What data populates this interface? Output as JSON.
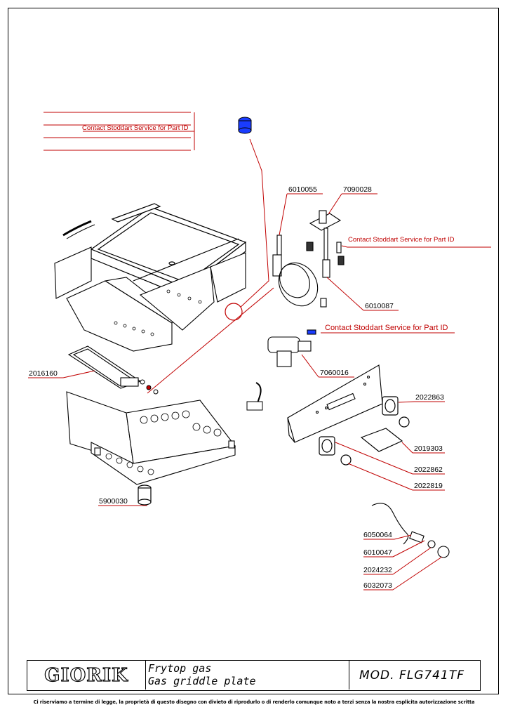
{
  "callouts": {
    "contact_top": "Contact Stoddart Service for Part ID",
    "contact_mid": "Contact Stoddart Service for Part ID",
    "contact_lower": "Contact Stoddart Service for Part ID",
    "p6010055": "6010055",
    "p7090028": "7090028",
    "p6010087": "6010087",
    "p7060016": "7060016",
    "p2016160": "2016160",
    "p2022863": "2022863",
    "p2019303": "2019303",
    "p2022862": "2022862",
    "p2022819": "2022819",
    "p5900030": "5900030",
    "p6050064": "6050064",
    "p6010047": "6010047",
    "p2024232": "2024232",
    "p6032073": "6032073"
  },
  "title_block": {
    "logo": "GIORIK",
    "desc_line1": "Frytop gas",
    "desc_line2": "Gas griddle plate",
    "model": "MOD. FLG741TF"
  },
  "footer": "Ci riserviamo a termine di legge, la proprietà di questo disegno con divieto di riprodurlo o di renderlo comunque noto a terzi senza la nostra esplicita autorizzazione scritta",
  "colors": {
    "callout": "#c00000",
    "line": "#000000",
    "accent_part": "#1a3cff"
  }
}
